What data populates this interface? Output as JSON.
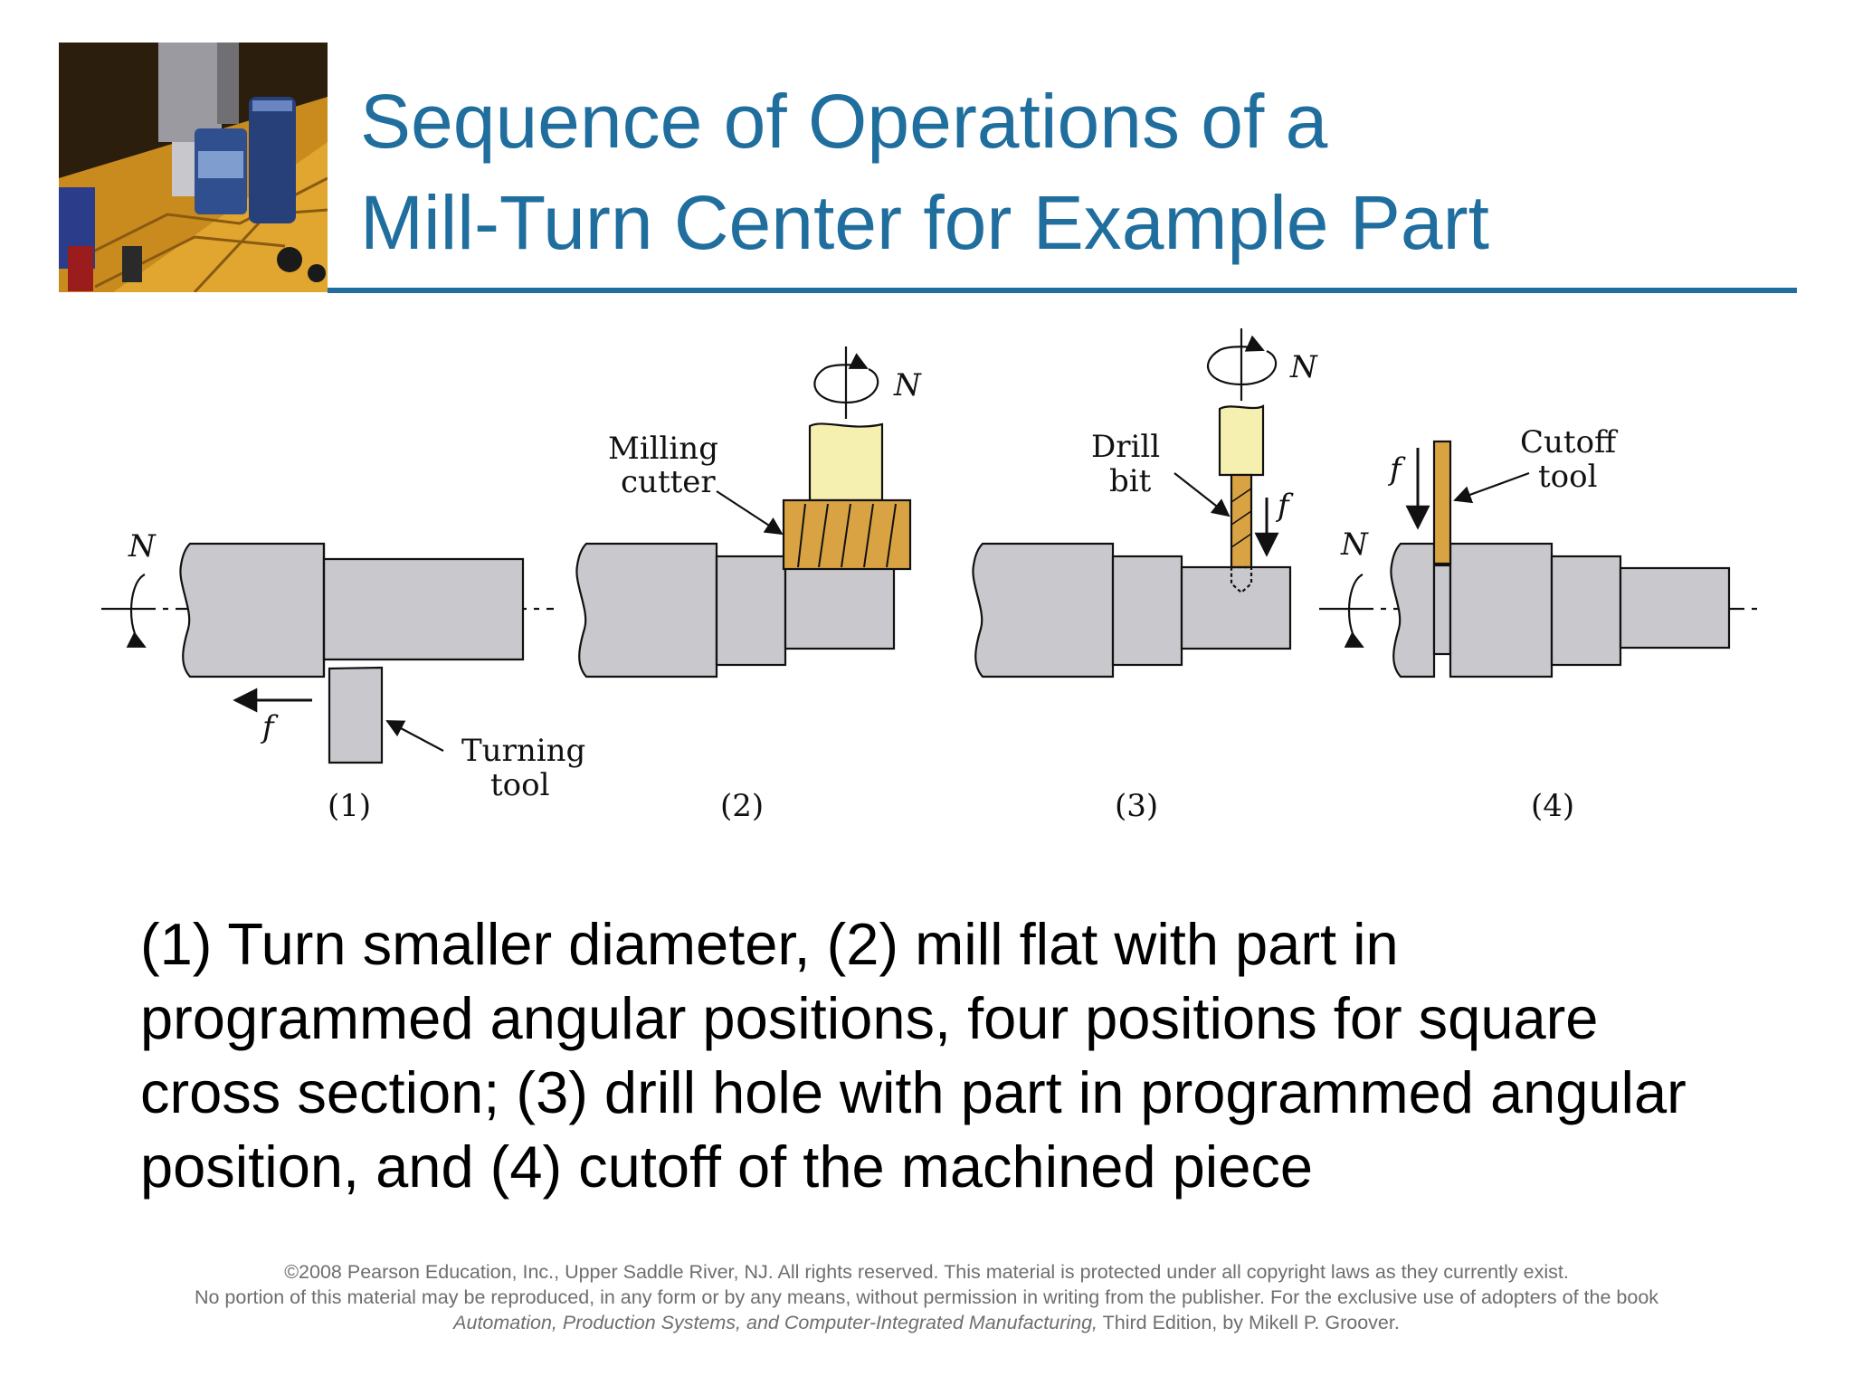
{
  "title": {
    "line1": "Sequence of Operations of a",
    "line2": "Mill-Turn Center for Example Part"
  },
  "diagram": {
    "step_labels": [
      "(1)",
      "(2)",
      "(3)",
      "(4)"
    ],
    "milling_cutter_line1": "Milling",
    "milling_cutter_line2": "cutter",
    "drill_bit_line1": "Drill",
    "drill_bit_line2": "bit",
    "cutoff_tool_line1": "Cutoff",
    "cutoff_tool_line2": "tool",
    "turning_tool_line1": "Turning",
    "turning_tool_line2": "tool",
    "spindle_speed_symbol": "N",
    "feed_symbol": "f",
    "colors": {
      "workpiece": "#c9c8cc",
      "tool_body": "#f6f0b0",
      "cutter": "#d9a344",
      "outline": "#111111"
    }
  },
  "caption": "(1) Turn smaller diameter, (2) mill flat with part in programmed angular positions, four positions for square cross section; (3) drill hole with part in programmed angular position, and (4) cutoff of the machined piece",
  "footer": {
    "line1": "©2008 Pearson Education, Inc., Upper Saddle River, NJ.  All rights reserved.  This material is protected under all copyright laws as they currently exist.",
    "line2": "No portion of this material may be reproduced, in any form or by any means, without permission in writing from the publisher.  For the exclusive use of adopters of the book",
    "book_title": "Automation, Production Systems, and Computer-Integrated Manufacturing,",
    "book_rest": " Third Edition, by Mikell P. Groover."
  }
}
